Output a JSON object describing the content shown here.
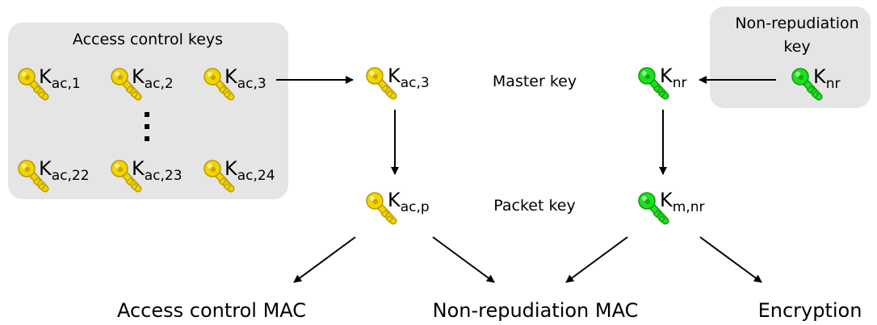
{
  "access_group": {
    "title": "Access control keys",
    "ellipsis": "⋮"
  },
  "nr_group": {
    "title_line1": "Non-repudiation",
    "title_line2": "key"
  },
  "keys": {
    "ac1": {
      "base": "K",
      "sub": "ac,1"
    },
    "ac2": {
      "base": "K",
      "sub": "ac,2"
    },
    "ac3": {
      "base": "K",
      "sub": "ac,3"
    },
    "ac22": {
      "base": "K",
      "sub": "ac,22"
    },
    "ac23": {
      "base": "K",
      "sub": "ac,23"
    },
    "ac24": {
      "base": "K",
      "sub": "ac,24"
    },
    "master_ac": {
      "base": "K",
      "sub": "ac,3"
    },
    "packet_ac": {
      "base": "K",
      "sub": "ac,p"
    },
    "master_nr": {
      "base": "K",
      "sub": "nr"
    },
    "packet_nr": {
      "base": "K",
      "sub": "m,nr"
    },
    "nr_source": {
      "base": "K",
      "sub": "nr"
    }
  },
  "row_labels": {
    "master": "Master key",
    "packet": "Packet key"
  },
  "outputs": {
    "ac_mac": "Access control MAC",
    "nr_mac": "Non-repudiation MAC",
    "encryption": "Encryption"
  },
  "colors": {
    "yellow_key": "#f2d400",
    "yellow_key_dark": "#b89a00",
    "green_key": "#1fe01f",
    "green_key_dark": "#0e9a0e",
    "group_bg": "#e5e5e5"
  },
  "icons": {
    "yellow": "key-icon",
    "green": "key-icon"
  }
}
